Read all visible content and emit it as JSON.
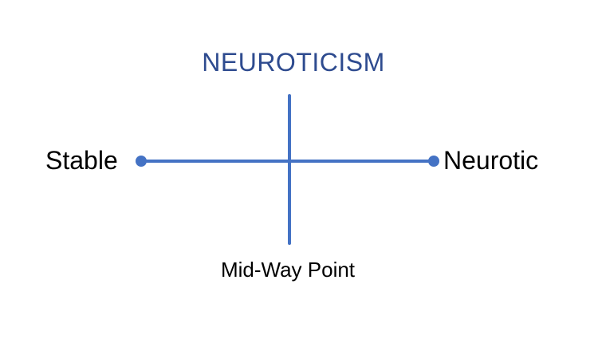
{
  "diagram": {
    "title": "NEUROTICISM",
    "left_label": "Stable",
    "right_label": "Neurotic",
    "bottom_label": "Mid-Way Point",
    "colors": {
      "background": "#FFFFFF",
      "line": "#4472C4",
      "endpoint_dot": "#4472C4",
      "title_text": "#2E4B8F",
      "label_text": "#000000"
    }
  }
}
